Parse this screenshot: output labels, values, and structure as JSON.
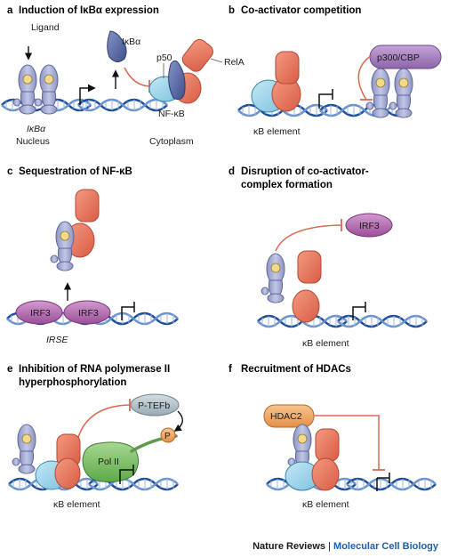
{
  "colors": {
    "receptor": "#a6acd3",
    "receptor_stroke": "#6f76a8",
    "ligand": "#f4d98a",
    "rela": "#e57a60",
    "p50": "#9ed4ea",
    "ikba": "#5e6fa6",
    "dna": "#1f4f9a",
    "inhibit": "#d86a55",
    "irf3": "#b46ab0",
    "p300": "#a77bbf",
    "ptefb": "#b5c4cc",
    "pol2": "#7fbf6a",
    "phospho": "#f6b46b",
    "hdac": "#f2a965",
    "credit_blue": "#1f5fa8"
  },
  "panels": {
    "a": {
      "letter": "a",
      "title": "Induction of IκBα expression",
      "ligand": "Ligand",
      "gene": "IκBα",
      "nucleus": "Nucleus",
      "ikba": "IκBα",
      "p50": "p50",
      "rela": "RelA",
      "nfkb": "NF-κB",
      "cytoplasm": "Cytoplasm"
    },
    "b": {
      "letter": "b",
      "title": "Co-activator competition",
      "element": "κB element",
      "coactivator": "p300/CBP"
    },
    "c": {
      "letter": "c",
      "title": "Sequestration of NF-κB",
      "irf3_a": "IRF3",
      "irf3_b": "IRF3",
      "element": "IRSE"
    },
    "d": {
      "letter": "d",
      "title_1": "Disruption of co-activator-",
      "title_2": "complex formation",
      "irf3": "IRF3",
      "element": "κB element"
    },
    "e": {
      "letter": "e",
      "title_1": "Inhibition of RNA polymerase II",
      "title_2": "hyperphosphorylation",
      "ptefb": "P-TEFb",
      "phospho": "P",
      "pol2": "Pol II",
      "element": "κB element"
    },
    "f": {
      "letter": "f",
      "title": "Recruitment of HDACs",
      "hdac": "HDAC2",
      "element": "κB element"
    }
  },
  "credit": {
    "journal": "Nature Reviews",
    "separator": " | ",
    "section": "Molecular Cell Biology"
  }
}
